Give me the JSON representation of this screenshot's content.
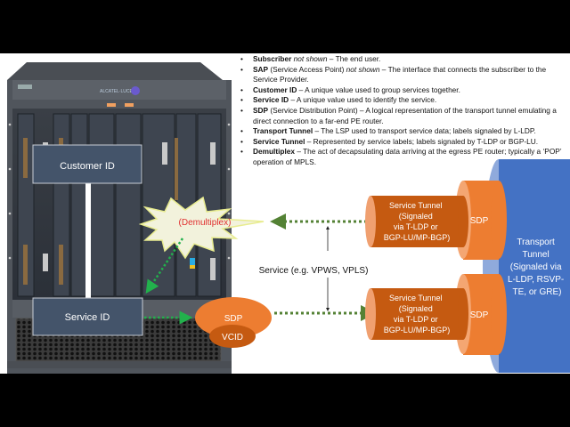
{
  "slide": {
    "bullets": [
      {
        "term": "Subscriber",
        "qualifier": "not shown",
        "text": " – The end user."
      },
      {
        "term": "SAP",
        "paren": " (Service Access Point) ",
        "qualifier": "not shown",
        "text": " – The interface that connects the subscriber to the Service Provider."
      },
      {
        "term": "Customer ID",
        "text": " – A unique value used to group services together."
      },
      {
        "term": "Service ID",
        "text": " – A unique value used to identify the service."
      },
      {
        "term": "SDP",
        "paren": " (Service Distribution Point) ",
        "text": "– A logical representation of the transport tunnel emulating  a direct connection to a far-end PE router."
      },
      {
        "term": "Transport Tunnel",
        "text": " – The LSP used to transport service data; labels signaled by L-LDP."
      },
      {
        "term": "Service Tunnel",
        "text": " – Represented by service labels; labels signaled by T-LDP or BGP-LU."
      },
      {
        "term": "Demultiplex",
        "text": " – The act of decapsulating  data arriving at the egress PE router; typically a ‘POP’ operation of MPLS."
      }
    ],
    "diagram": {
      "customer_id_label": "Customer ID",
      "service_id_label": "Service ID",
      "demultiplex_label": "(Demultiplex)",
      "local_sdp_label": "SDP",
      "vcid_label": "VCID",
      "service_label": "Service (e.g. VPWS, VPLS)",
      "service_tunnels": [
        {
          "lines": [
            "Service Tunnel",
            "(Signaled",
            "via T-LDP or",
            "BGP-LU/MP-BGP)"
          ],
          "sdp_label": "SDP"
        },
        {
          "lines": [
            "Service Tunnel",
            "(Signaled",
            "via T-LDP or",
            "BGP-LU/MP-BGP)"
          ],
          "sdp_label": "SDP"
        }
      ],
      "transport_tunnel_lines": [
        "Transport",
        "Tunnel",
        "(Signaled via",
        "L-LDP, RSVP-",
        "TE, or GRE)"
      ],
      "colors": {
        "box_fill": "#44546a",
        "orange_dark": "#c55a11",
        "orange": "#ed7d31",
        "blue": "#4472c4",
        "blue_light": "#8faadc",
        "green_arrow": "#548235",
        "green_bright": "#22b14c",
        "demux_text": "#e03030",
        "burst_fill": "#f2f2dc"
      }
    }
  }
}
